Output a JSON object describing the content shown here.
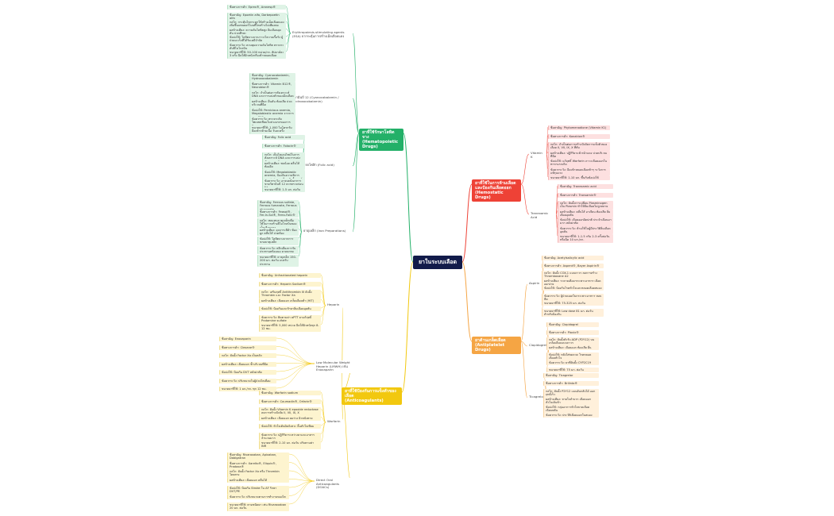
{
  "root": "ยาในระบบเลือด",
  "colors": {
    "green": "#23b068",
    "red": "#ee4236",
    "orange": "#f5a544",
    "yellow": "#f2c80f",
    "root": "#121b4a"
  },
  "branches": {
    "hematopoietic": "ยาที่ใช้รักษาโลหิตจาง\n(Hematopoietic Drugs)",
    "hemostatic": "ยาที่ใช้ในการห้ามเลือดและป้องกันเลือดออก\n(Hemostatic Drugs)",
    "antiplatelet": "ยาต้านเกล็ดเลือด\n(Antiplatelet Drugs)",
    "anticoag": "ยาที่ใช้ป้องกันการแข็งตัวของเลือด\n(Anticoagulants)"
  },
  "groups": {
    "epo": "Erythropoiesis-stimulating agents (ESA) ยากระตุ้นการสร้างเม็ดเลือดแดง",
    "b12": "วิตามินบี 12 (Cyanocobalamin / Hydroxocobalamin)",
    "folic": "กรดโฟลิก (Folic acid)",
    "iron": "ธาตุเหล็ก (Iron Preparations)",
    "vitk": "Vitamin K",
    "txa": "Tranexamic Acid",
    "aspirin": "Aspirin",
    "clopidogrel": "Clopidogrel",
    "ticagrelor": "Ticagrelor",
    "heparin": "Heparin",
    "lmwh": "Low Molecular Weight Heparin (LMWH) เช่น Enoxaparin",
    "warfarin": "Warfarin",
    "doac": "Direct Oral Anticoagulants (DOACs)"
  },
  "leaves": {
    "epo": [
      "ชื่อทางการค้า: Eprex®, Aranesp®",
      "ชื่อสามัญ: Epoetin alfa, Darbepoetin alfa",
      "กลไก: กระตุ้นไขกระดูกให้สร้างเม็ดเลือดแดงเพิ่มขึ้นแทนฮอร์โมนที่ไตสร้างไม่เพียงพอ",
      "ผลข้างเคียง: ความดันโลหิตสูง ลิ่มเลือดอุดตัน ปวดศีรษะ",
      "ข้อบ่งใช้: โลหิตจางจากภาวะไตวายเรื้อรัง ผู้ป่วยมะเร็งที่ได้รับเคมีบำบัด",
      "ข้อควรระวัง: ควบคุมความดันโลหิต ตรวจระดับฮีโมโกลบิน",
      "ขนาดยาที่ใช้: 50-100 หน่วย/กก. สัปดาห์ละ 3 ครั้ง ฉีดใต้ผิวหนังหรือเข้าหลอดเลือด"
    ],
    "b12": [
      "ชื่อสามัญ: Cyanocobalamin, Hydroxocobalamin",
      "ชื่อทางการค้า: Vitamin B12®, Neurobion®",
      "กลไก: จำเป็นต่อการสังเคราะห์ DNA และการแบ่งตัวของเม็ดเลือดแดง",
      "ผลข้างเคียง: ผื่นคัน ท้องเสีย ปวดบริเวณที่ฉีด",
      "ข้อบ่งใช้: Pernicious anemia, Megaloblastic anemia จากการขาด B12",
      "ข้อควรระวัง: ตรวจระดับโพแทสเซียมในช่วงแรกของการรักษา",
      "ขนาดยาที่ใช้: 1,000 ไมโครกรัม ฉีดเข้ากล้ามเนื้อ วันละครั้ง"
    ],
    "folic": [
      "ชื่อสามัญ: Folic acid",
      "ชื่อทางการค้า: Folacin®",
      "กลไก: เป็นโคเอนไซม์ในการสังเคราะห์ DNA และการแบ่งตัวของเซลล์",
      "ผลข้างเคียง: พบน้อย คลื่นไส้ ท้องอืด",
      "ข้อบ่งใช้: Megaloblastic anemia, ป้องกันความพิการทางท่อประสาทในหญิงตั้งครรภ์",
      "ข้อควรระวัง: อาจบดบังอาการขาดวิตามินบี 12 ควรตรวจก่อนให้ยา",
      "ขนาดยาที่ใช้: 1-5 มก. ต่อวัน"
    ],
    "iron": [
      "ชื่อสามัญ: Ferrous sulfate, Ferrous fumarate, Ferrous gluconate",
      "ชื่อทางการค้า: Feosol®, Fer-In-Sol®, Ferro-Folic®",
      "กลไก: ทดแทนธาตุเหล็กเพื่อใช้ในการสร้างฮีโมโกลบินของเม็ดเลือดแดง",
      "ผลข้างเคียง: อุจจาระสีดำ ท้องผูก คลื่นไส้ ปวดท้อง",
      "ข้อบ่งใช้: โลหิตจางจากการขาดธาตุเหล็ก",
      "ข้อควรระวัง: หลีกเลี่ยงการรับประทานพร้อมนม ยาลดกรด",
      "ขนาดยาที่ใช้: ธาตุเหล็ก 150-200 มก. ต่อวัน แบ่งรับประทาน"
    ],
    "vitk": [
      "ชื่อสามัญ: Phytomenadione (Vitamin K1)",
      "ชื่อทางการค้า: Konakion®",
      "กลไก: จำเป็นต่อการสร้างปัจจัยการแข็งตัวของเลือด II, VII, IX, X ที่ตับ",
      "ผลข้างเคียง: ปฏิกิริยาแพ้ หน้าแดง ปวดบริเวณที่ฉีด",
      "ข้อบ่งใช้: แก้ฤทธิ์ Warfarin ภาวะเลือดออกในทารกแรกเกิด",
      "ข้อควรระวัง: ฉีดเข้าหลอดเลือดช้าๆ ระวังการแพ้รุนแรง",
      "ขนาดยาที่ใช้: 1-10 มก. ขึ้นกับข้อบ่งใช้"
    ],
    "txa": [
      "ชื่อสามัญ: Tranexamic acid",
      "ชื่อทางการค้า: Transamin®",
      "กลไก: ยับยั้งการเปลี่ยน Plasminogen เป็น Plasmin ทำให้ลิ่มเลือดไม่ถูกสลาย",
      "ผลข้างเคียง: คลื่นไส้ อาเจียน ท้องเสีย ลิ่มเลือดอุดตัน",
      "ข้อบ่งใช้: เลือดออกผิดปกติ ประจำเดือนมามาก หลังผ่าตัด",
      "ข้อควรระวัง: ห้ามใช้ในผู้มีประวัติลิ่มเลือดอุดตัน",
      "ขนาดยาที่ใช้: 1-1.5 กรัม 2-3 ครั้งต่อวัน หรือฉีด 10 มก./กก."
    ],
    "aspirin": [
      "ชื่อสามัญ: Acetylsalicylic acid",
      "ชื่อทางการค้า: Aspent®, Bayer Aspirin®",
      "กลไก: ยับยั้ง COX-1 แบบถาวร ลดการสร้าง Thromboxane A2",
      "ผลข้างเคียง: ระคายเคืองกระเพาะอาหาร เลือดออกง่าย",
      "ข้อบ่งใช้: ป้องกันโรคหัวใจและหลอดเลือดสมอง",
      "ข้อควรระวัง: ผู้ป่วยแผลในกระเพาะอาหาร หอบหืด",
      "ขนาดยาที่ใช้: 75-325 มก. ต่อวัน",
      "ขนาดยาที่ใช้: Low dose 81 มก. ต่อวัน สำหรับป้องกัน"
    ],
    "clopidogrel": [
      "ชื่อสามัญ: Clopidogrel",
      "ชื่อทางการค้า: Plavix®",
      "กลไก: ยับยั้งตัวรับ ADP (P2Y12) บนเกล็ดเลือดแบบถาวร",
      "ผลข้างเคียง: เลือดออก ท้องเสีย ผื่น",
      "ข้อบ่งใช้: หลังใส่ขดลวด โรคหลอดเลือดหัวใจ",
      "ข้อควรระวัง: ยาที่ยับยั้ง CYP2C19",
      "ขนาดยาที่ใช้: 75 มก. ต่อวัน"
    ],
    "ticagrelor": [
      "ชื่อสามัญ: Ticagrelor",
      "ชื่อทางการค้า: Brilinta®",
      "กลไก: ยับยั้ง P2Y12 แบบผันกลับได้ ออกฤทธิ์เร็ว",
      "ผลข้างเคียง: หายใจลำบาก เลือดออก หัวใจเต้นช้า",
      "ข้อบ่งใช้: กลุ่มอาการหัวใจขาดเลือดเฉียบพลัน",
      "ข้อควรระวัง: ประวัติเลือดออกในสมอง"
    ],
    "heparin": [
      "ชื่อสามัญ: Unfractionated heparin",
      "ชื่อทางการค้า: Heparin Sodium®",
      "กลไก: เสริมฤทธิ์ Antithrombin III ยับยั้ง Thrombin และ Factor Xa",
      "ผลข้างเคียง: เลือดออก เกล็ดเลือดต่ำ (HIT)",
      "ข้อบ่งใช้: ป้องกันและรักษาลิ่มเลือดอุดตัน",
      "ข้อควรระวัง: ติดตามค่า aPTT ยาแก้ฤทธิ์ Protamine sulfate",
      "ขนาดยาที่ใช้: 5,000 หน่วย ฉีดใต้ผิวหนังทุก 8-12 ชม."
    ],
    "lmwh": [
      "ชื่อสามัญ: Enoxaparin",
      "ชื่อทางการค้า: Clexane®",
      "กลไก: ยับยั้ง Factor Xa เป็นหลัก",
      "ผลข้างเคียง: เลือดออก ช้ำบริเวณที่ฉีด",
      "ข้อบ่งใช้: ป้องกัน DVT หลังผ่าตัด",
      "ข้อควรระวัง: ปรับขนาดในผู้ป่วยไตเสื่อม",
      "ขนาดยาที่ใช้: 1 มก./กก. ทุก 12 ชม."
    ],
    "warfarin": [
      "ชื่อสามัญ: Warfarin sodium",
      "ชื่อทางการค้า: Coumadin®, Orfarin®",
      "กลไก: ยับยั้ง Vitamin K epoxide reductase ลดการสร้างปัจจัย II, VII, IX, X",
      "ผลข้างเคียง: เลือดออก ผมร่วง ผิวหนังตาย",
      "ข้อบ่งใช้: หัวใจเต้นผิดจังหวะ ลิ้นหัวใจเทียม",
      "ข้อควรระวัง: ปฏิกิริยาระหว่างยาและอาหารจำนวนมาก",
      "ขนาดยาที่ใช้: 2-10 มก. ต่อวัน ปรับตามค่า INR"
    ],
    "doac": [
      "ชื่อสามัญ: Rivaroxaban, Apixaban, Dabigatran",
      "ชื่อทางการค้า: Xarelto®, Eliquis®, Pradaxa®",
      "กลไก: ยับยั้ง Factor Xa หรือ Thrombin โดยตรง",
      "ผลข้างเคียง: เลือดออก คลื่นไส้",
      "ข้อบ่งใช้: ป้องกัน Stroke ใน AF รักษา DVT/PE",
      "ข้อควรระวัง: ปรับขนาดตามการทำงานของไต",
      "ขนาดยาที่ใช้: ตามชนิดยา เช่น Rivaroxaban 20 มก. ต่อวัน"
    ]
  }
}
